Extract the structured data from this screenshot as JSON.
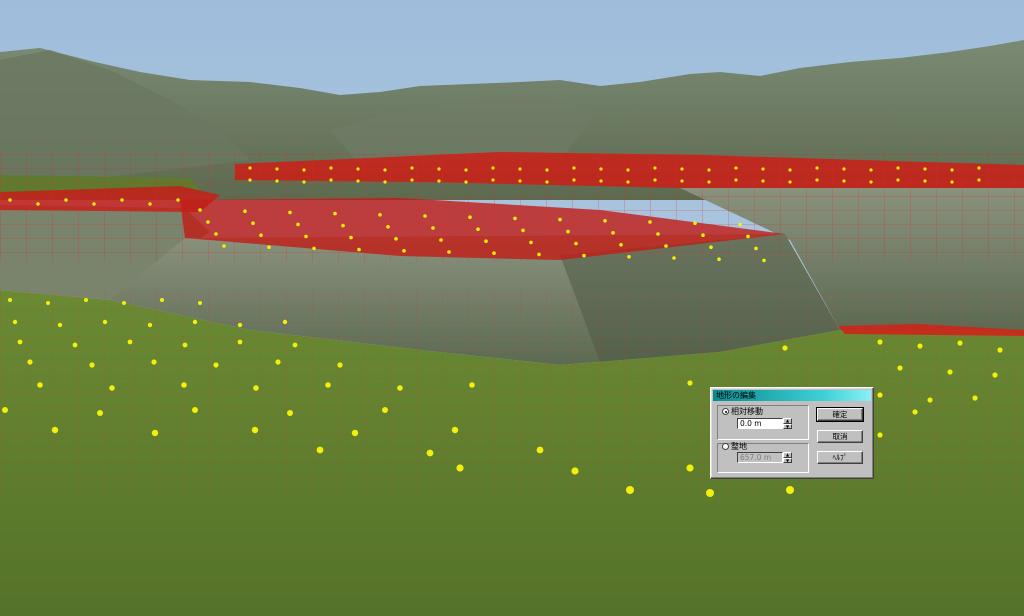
{
  "dialog": {
    "title": "地形の編集",
    "option_relative": "相対移動",
    "option_relative_value": "0.0 m",
    "option_level": "整地",
    "option_level_value": "657.0 m",
    "ok_label": "確定",
    "cancel_label": "取消",
    "help_label": "ﾍﾙﾌﾟ",
    "selected": "relative"
  },
  "colors": {
    "sky": "#a7c3de",
    "grass": "#5f7a2e",
    "selection_overlay": "#d01818",
    "control_point": "#f2ef0a",
    "dialog_title": "#0a8a8f"
  }
}
